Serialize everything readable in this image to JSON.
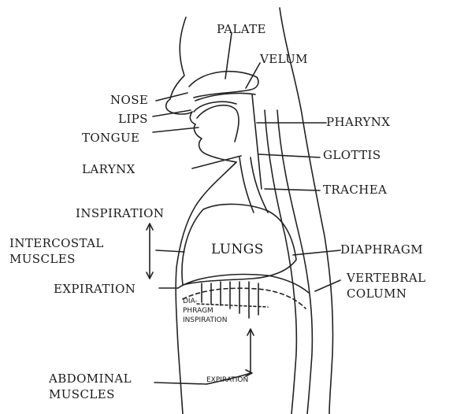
{
  "labels": {
    "palate": "PALATE",
    "velum": "VELUM",
    "nose": "NOSE",
    "lips": "LIPS",
    "tongue": "TONGUE",
    "pharynx": "PHARYNX",
    "glottis": "GLOTTIS",
    "larynx": "LARYNX",
    "trachea": "TRACHEA",
    "inspiration": "INSPIRATION",
    "intercostal_line1": "INTERCOSTAL",
    "intercostal_line2": "MUSCLES",
    "lungs": "LUNGS",
    "diaphragm": "DIAPHRAGM",
    "expiration": "EXPIRATION",
    "vertebral_line1": "VERTEBRAL",
    "vertebral_line2": "COLUMN",
    "dia_line1": "DIA-",
    "dia_line2": "PHRAGM",
    "dia_line3": "INSPIRATION",
    "abdominal_line1": "ABDOMINAL",
    "abdominal_line2": "MUSCLES",
    "expiration_arrow": "EXPIRATION"
  }
}
